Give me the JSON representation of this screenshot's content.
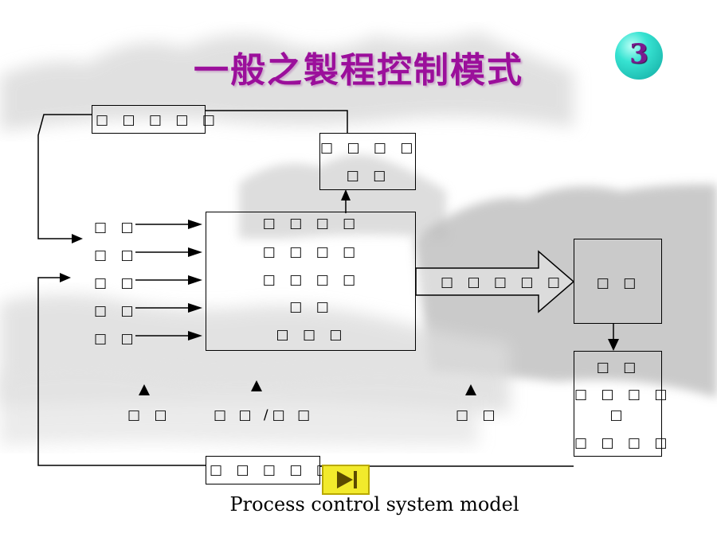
{
  "title": "一般之製程控制模式",
  "slide_number": "3",
  "caption": "Process control system model",
  "boxes": {
    "feedback_top": "□ □ □ □ □",
    "adjust_line1": "□ □ □ □",
    "adjust_line2": "□ □",
    "process_lines": [
      "□ □ □ □",
      "□ □ □ □",
      "□ □ □ □",
      "□ □",
      "□ □ □"
    ],
    "output_label": "□ □ □ □ □",
    "customer": "□ □",
    "evaluation_lines": [
      "□ □",
      "□ □ □ □",
      "□",
      "□ □ □ □"
    ],
    "feedback_bottom": "□ □ □ □ □"
  },
  "inputs": [
    "□ □",
    "□ □",
    "□ □",
    "□ □",
    "□ □"
  ],
  "bottom_labels": [
    "□ □",
    "□ □ /□ □",
    "□ □"
  ],
  "nav_icon": "play-end-icon",
  "colors": {
    "title": "#9b0f9b",
    "badge": "#37e3d2",
    "nav_button": "#f2ea2c"
  }
}
